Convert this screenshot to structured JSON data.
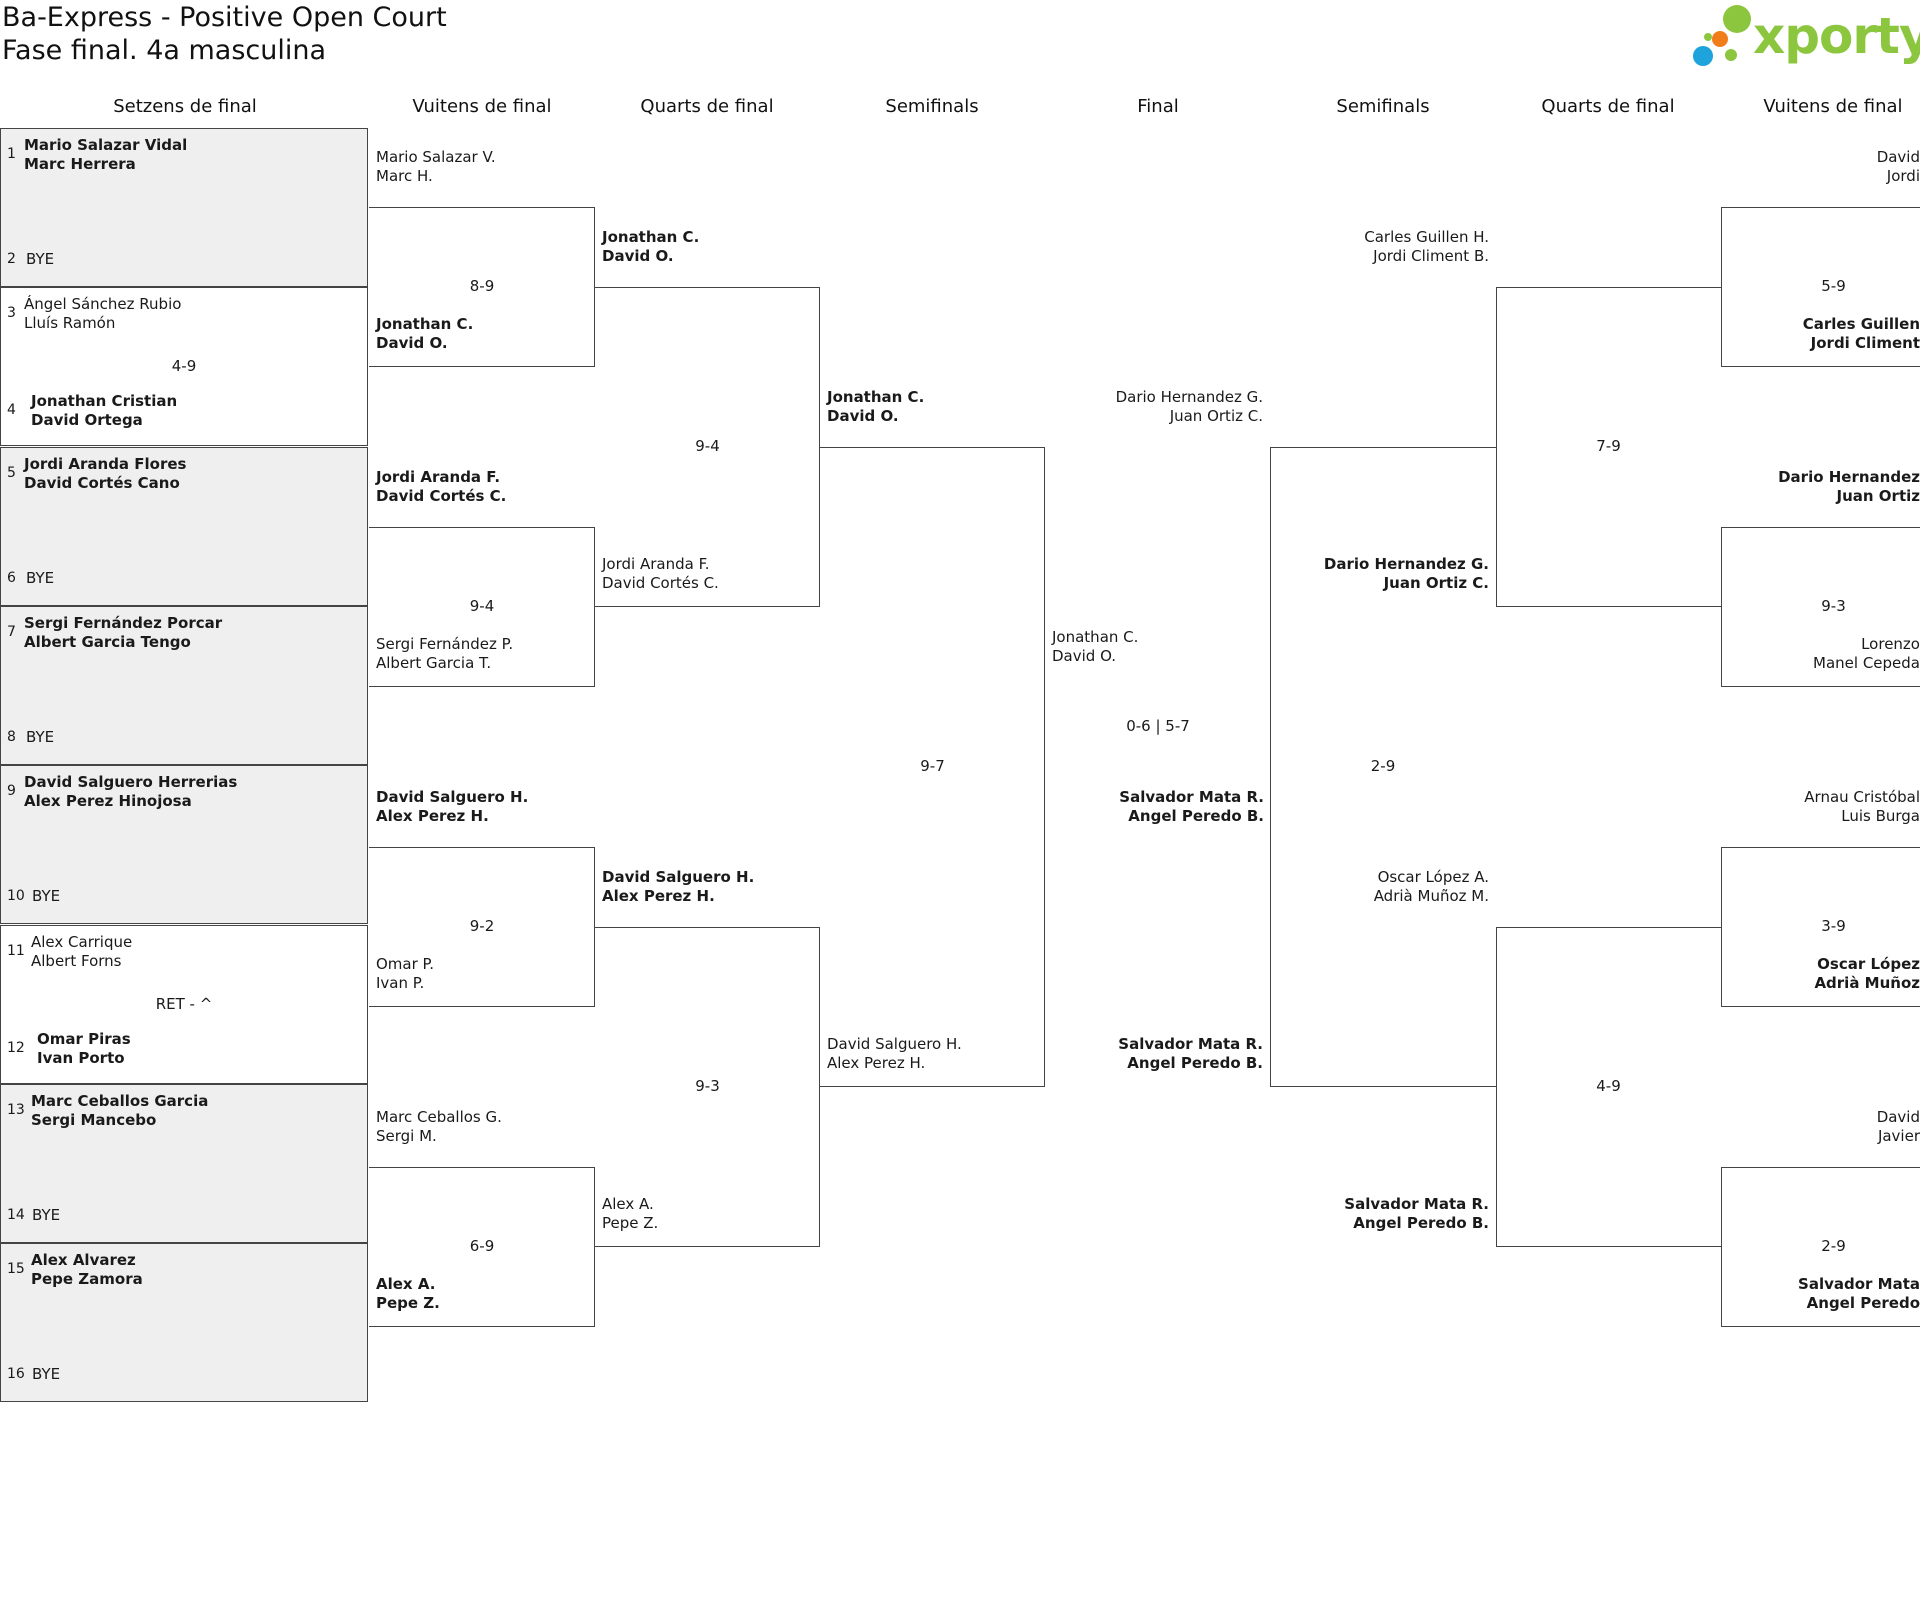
{
  "header": {
    "title_line1": "Ba-Express - Positive Open Court",
    "title_line2": "Fase final. 4a masculina",
    "logo_text": "xporty",
    "colors": {
      "logo_green": "#8cc63f",
      "logo_orange": "#f07d1a",
      "logo_blue": "#1ea3dc"
    }
  },
  "rounds": [
    "Setzens de final",
    "Vuitens de final",
    "Quarts de final",
    "Semifinals",
    "Final",
    "Semifinals",
    "Quarts de final",
    "Vuitens de final"
  ],
  "round_of_32": {
    "matches": [
      {
        "top": {
          "seed": "1",
          "player1": "Mario Salazar Vidal",
          "player2": "Marc Herrera",
          "winner": true
        },
        "bottom": {
          "seed": "2",
          "player1": "BYE",
          "player2": "",
          "winner": false
        },
        "score": ""
      },
      {
        "top": {
          "seed": "3",
          "player1": "Ángel Sánchez Rubio",
          "player2": "Lluís Ramón",
          "winner": false
        },
        "bottom": {
          "seed": "4",
          "player1": "Jonathan Cristian",
          "player2": "David Ortega",
          "winner": true
        },
        "score": "4-9"
      },
      {
        "top": {
          "seed": "5",
          "player1": "Jordi Aranda Flores",
          "player2": "David Cortés Cano",
          "winner": true
        },
        "bottom": {
          "seed": "6",
          "player1": "BYE",
          "player2": "",
          "winner": false
        },
        "score": ""
      },
      {
        "top": {
          "seed": "7",
          "player1": "Sergi Fernández Porcar",
          "player2": "Albert Garcia Tengo",
          "winner": true
        },
        "bottom": {
          "seed": "8",
          "player1": "BYE",
          "player2": "",
          "winner": false
        },
        "score": ""
      },
      {
        "top": {
          "seed": "9",
          "player1": "David Salguero Herrerias",
          "player2": "Alex Perez Hinojosa",
          "winner": true
        },
        "bottom": {
          "seed": "10",
          "player1": "BYE",
          "player2": "",
          "winner": false
        },
        "score": ""
      },
      {
        "top": {
          "seed": "11",
          "player1": "Alex Carrique",
          "player2": "Albert Forns",
          "winner": false
        },
        "bottom": {
          "seed": "12",
          "player1": "Omar Piras",
          "player2": "Ivan Porto",
          "winner": true
        },
        "score": "RET - ^"
      },
      {
        "top": {
          "seed": "13",
          "player1": "Marc Ceballos Garcia",
          "player2": "Sergi Mancebo",
          "winner": true
        },
        "bottom": {
          "seed": "14",
          "player1": "BYE",
          "player2": "",
          "winner": false
        },
        "score": ""
      },
      {
        "top": {
          "seed": "15",
          "player1": "Alex Alvarez",
          "player2": "Pepe Zamora",
          "winner": true
        },
        "bottom": {
          "seed": "16",
          "player1": "BYE",
          "player2": "",
          "winner": false
        },
        "score": ""
      }
    ]
  },
  "left": {
    "round_of_16": [
      {
        "top": {
          "line1": "Mario Salazar V.",
          "line2": "Marc H.",
          "winner": false
        },
        "bottom": {
          "line1": "Jonathan C.",
          "line2": "David O.",
          "winner": true
        },
        "score": "8-9"
      },
      {
        "top": {
          "line1": "Jordi Aranda F.",
          "line2": "David Cortés C.",
          "winner": true
        },
        "bottom": {
          "line1": "Sergi Fernández P.",
          "line2": "Albert Garcia T.",
          "winner": false
        },
        "score": "9-4"
      },
      {
        "top": {
          "line1": "David Salguero H.",
          "line2": "Alex Perez H.",
          "winner": true
        },
        "bottom": {
          "line1": "Omar P.",
          "line2": "Ivan P.",
          "winner": false
        },
        "score": "9-2"
      },
      {
        "top": {
          "line1": "Marc Ceballos G.",
          "line2": "Sergi M.",
          "winner": false
        },
        "bottom": {
          "line1": "Alex A.",
          "line2": "Pepe Z.",
          "winner": true
        },
        "score": "6-9"
      }
    ],
    "quarterfinals": [
      {
        "top": {
          "line1": "Jonathan C.",
          "line2": "David O.",
          "winner": true
        },
        "bottom": {
          "line1": "Jordi Aranda F.",
          "line2": "David Cortés C.",
          "winner": false
        },
        "score": "9-4"
      },
      {
        "top": {
          "line1": "David Salguero H.",
          "line2": "Alex Perez H.",
          "winner": true
        },
        "bottom": {
          "line1": "Alex A.",
          "line2": "Pepe Z.",
          "winner": false
        },
        "score": "9-3"
      }
    ],
    "semifinal": {
      "top": {
        "line1": "Jonathan C.",
        "line2": "David O.",
        "winner": true
      },
      "bottom": {
        "line1": "David Salguero H.",
        "line2": "Alex Perez H.",
        "winner": false
      },
      "score": "9-7"
    }
  },
  "final": {
    "left": {
      "line1": "Jonathan C.",
      "line2": "David O.",
      "winner": false
    },
    "right": {
      "line1": "Salvador Mata R.",
      "line2": "Angel Peredo B.",
      "winner": true
    },
    "score": "0-6 | 5-7"
  },
  "right": {
    "semifinal": {
      "top": {
        "line1": "Dario Hernandez G.",
        "line2": "Juan Ortiz C.",
        "winner": false
      },
      "bottom": {
        "line1": "Salvador Mata R.",
        "line2": "Angel Peredo B.",
        "winner": true
      },
      "score": "2-9"
    },
    "quarterfinals": [
      {
        "top": {
          "line1": "Carles Guillen H.",
          "line2": "Jordi Climent B.",
          "winner": false
        },
        "bottom": {
          "line1": "Dario Hernandez G.",
          "line2": "Juan Ortiz C.",
          "winner": true
        },
        "score": "7-9"
      },
      {
        "top": {
          "line1": "Oscar López A.",
          "line2": "Adrià Muñoz M.",
          "winner": false
        },
        "bottom": {
          "line1": "Salvador Mata R.",
          "line2": "Angel Peredo B.",
          "winner": true
        },
        "score": "4-9"
      }
    ],
    "round_of_16": [
      {
        "top": {
          "line1": "David",
          "line2": "Jordi",
          "winner": false
        },
        "bottom": {
          "line1": "Carles Guillen",
          "line2": "Jordi Climent",
          "winner": true
        },
        "score": "5-9"
      },
      {
        "top": {
          "line1": "Dario Hernandez",
          "line2": "Juan Ortiz",
          "winner": true
        },
        "bottom": {
          "line1": "Lorenzo",
          "line2": "Manel Cepeda",
          "winner": false
        },
        "score": "9-3"
      },
      {
        "top": {
          "line1": "Arnau Cristóbal",
          "line2": "Luis Burga",
          "winner": false
        },
        "bottom": {
          "line1": "Oscar López",
          "line2": "Adrià Muñoz",
          "winner": true
        },
        "score": "3-9"
      },
      {
        "top": {
          "line1": "David",
          "line2": "Javier",
          "winner": false
        },
        "bottom": {
          "line1": "Salvador Mata",
          "line2": "Angel Peredo",
          "winner": true
        },
        "score": "2-9"
      }
    ]
  }
}
